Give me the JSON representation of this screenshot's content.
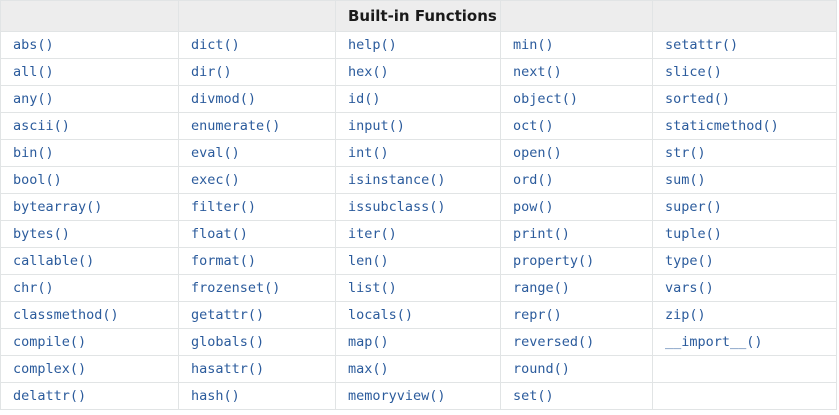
{
  "table": {
    "title": "Built-in Functions",
    "title_column_index": 2,
    "header_cells": [
      "",
      "",
      "Built-in Functions",
      "",
      ""
    ],
    "columns": 5,
    "accent_link_color": "#2b5b9c",
    "header_background": "#ededed",
    "border_color": "#e1e4e5",
    "rows": [
      [
        "abs()",
        "dict()",
        "help()",
        "min()",
        "setattr()"
      ],
      [
        "all()",
        "dir()",
        "hex()",
        "next()",
        "slice()"
      ],
      [
        "any()",
        "divmod()",
        "id()",
        "object()",
        "sorted()"
      ],
      [
        "ascii()",
        "enumerate()",
        "input()",
        "oct()",
        "staticmethod()"
      ],
      [
        "bin()",
        "eval()",
        "int()",
        "open()",
        "str()"
      ],
      [
        "bool()",
        "exec()",
        "isinstance()",
        "ord()",
        "sum()"
      ],
      [
        "bytearray()",
        "filter()",
        "issubclass()",
        "pow()",
        "super()"
      ],
      [
        "bytes()",
        "float()",
        "iter()",
        "print()",
        "tuple()"
      ],
      [
        "callable()",
        "format()",
        "len()",
        "property()",
        "type()"
      ],
      [
        "chr()",
        "frozenset()",
        "list()",
        "range()",
        "vars()"
      ],
      [
        "classmethod()",
        "getattr()",
        "locals()",
        "repr()",
        "zip()"
      ],
      [
        "compile()",
        "globals()",
        "map()",
        "reversed()",
        "__import__()"
      ],
      [
        "complex()",
        "hasattr()",
        "max()",
        "round()",
        ""
      ],
      [
        "delattr()",
        "hash()",
        "memoryview()",
        "set()",
        ""
      ]
    ]
  }
}
